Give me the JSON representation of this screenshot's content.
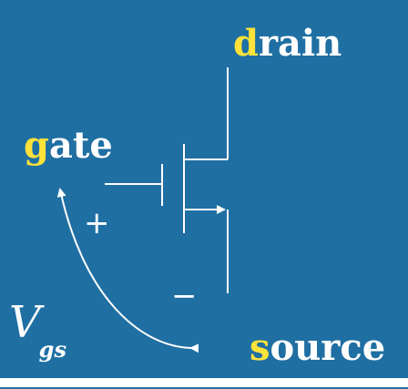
{
  "labels": {
    "drain_initial": "d",
    "drain_rest": "rain",
    "gate_initial": "g",
    "gate_rest": "ate",
    "source_initial": "s",
    "source_rest": "ource",
    "plus": "+",
    "minus": "−",
    "vgs_main": "V",
    "vgs_sub": "gs"
  },
  "colors": {
    "background": "#1f6fa3",
    "text": "#ffffff",
    "initial_highlight": "#ffe23a"
  }
}
